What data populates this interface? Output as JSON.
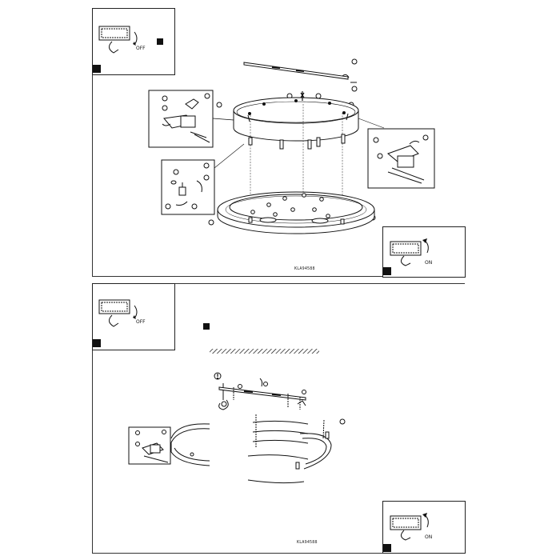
{
  "document": {
    "kind": "assembly instruction sheet",
    "pages": [
      {
        "switch_before": "OFF",
        "switch_after": "ON",
        "reference": "KLA94588"
      },
      {
        "switch_before": "OFF",
        "switch_after": "ON",
        "reference": "KLA94588"
      }
    ]
  },
  "icons": {
    "switch_off": "light-switch-off-icon",
    "switch_on": "light-switch-on-icon",
    "warning": "warning-exclamation-icon",
    "screwdriver": "screwdriver-icon",
    "terminal_block": "terminal-block-icon"
  },
  "colors": {
    "ink": "#111111",
    "paper": "#ffffff",
    "frame": "#333333"
  }
}
